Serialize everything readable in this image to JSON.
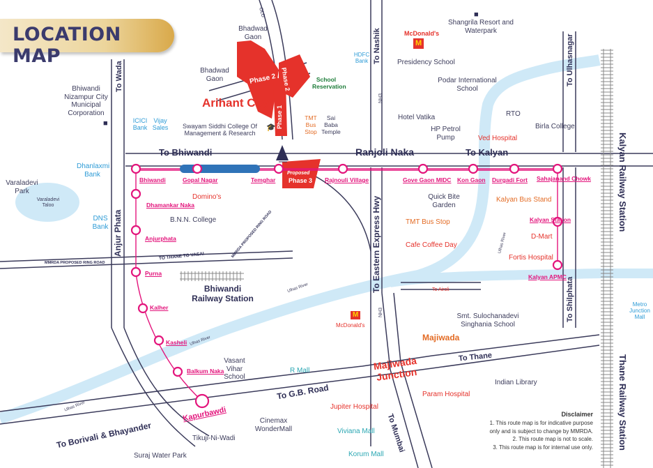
{
  "header": {
    "title": "LOCATION MAP"
  },
  "project": {
    "name": "Arihant City",
    "phase1": "Phase 1",
    "phase2": "Phase 2",
    "phase2b": "Phase 2",
    "phase3_tag": "Proposed",
    "phase3": "Phase 3",
    "school_reservation": "School Reservation"
  },
  "roads": {
    "to_bhiwandi": "To Bhiwandi",
    "ranjoli_naka": "Ranjoli Naka",
    "to_kalyan": "To Kalyan",
    "to_nashik": "To Nashik",
    "to_wada": "To Wada",
    "to_ulhasnagar": "To Ulhasnagar",
    "eastern_express": "To Eastern Express Hwy",
    "to_shilphata": "To Shilphata",
    "anjur_phata": "Anjur Phata",
    "to_thane_vasai": "TO THANE TO VASAI",
    "ring_road_1": "MMRDA PROPOSED RING ROAD",
    "ring_road_2": "MMRDA PROPOSED RING ROAD",
    "to_airoli": "To Airoli",
    "to_thane": "To Thane",
    "majiwada_junction": "Majiwada Junction",
    "to_gb_road": "To G.B. Road",
    "to_borivali": "To Borivali & Bhayander",
    "to_mumbai": "To Mumbai",
    "nh3_a": "NH3",
    "nh3_b": "NH3",
    "old_label": "OLD"
  },
  "rivers": {
    "ulhas_1": "Ulhas River",
    "ulhas_2": "Ulhas River",
    "ulhas_3": "Ulhas River",
    "ulhas_4": "Ulhas River"
  },
  "metro_stations": [
    "Bhiwandi",
    "Gopal Nagar",
    "Temghar",
    "Rajnouli Village",
    "Gove Gaon MIDC",
    "Kon Gaon",
    "Durgadi Fort",
    "Sahajanand Chowk",
    "Kalyan Station",
    "Kalyan APMC",
    "Dhamankar Naka",
    "Anjurphata",
    "Purna",
    "Kalher",
    "Kasheli",
    "Balkum Naka",
    "Kapurbawdi"
  ],
  "places": {
    "bhadwad_gaon_1": "Bhadwad Gaon",
    "bhadwad_gaon_2": "Bhadwad Gaon",
    "bnmc": "Bhiwandi Nizampur City Municipal Corporation",
    "icici": "ICICI Bank",
    "vijay_sales": "Vijay Sales",
    "swayam": "Swayam Siddhi College Of Management & Research",
    "tmt_bus_stop_1": "TMT Bus Stop",
    "sai_baba": "Sai Baba Temple",
    "hdfc": "HDFC Bank",
    "mcdonalds_1": "McDonald's",
    "presidency": "Presidency School",
    "shangrila": "Shangrila Resort and Waterpark",
    "podar": "Podar International School",
    "hotel_vatika": "Hotel Vatika",
    "hp_petrol": "HP Petrol Pump",
    "ved_hospital": "Ved Hospital",
    "rto": "RTO",
    "birla": "Birla College",
    "dhanlaxmi": "Dhanlaxmi Bank",
    "varaladevi_park": "Varaladevi Park",
    "varaladevi_taloo": "Varaladevi Taloo",
    "dns_bank": "DNS Bank",
    "dominos": "Domino's",
    "bnn_college": "B.N.N. College",
    "quick_bite": "Quick Bite Garden",
    "kalyan_bus_stand": "Kalyan Bus Stand",
    "tmt_bus_stop_2": "TMT Bus Stop",
    "ccd": "Cafe Coffee Day",
    "dmart": "D-Mart",
    "fortis": "Fortis Hospital",
    "bhiwandi_rly": "Bhiwandi Railway Station",
    "mcdonalds_2": "McDonald's",
    "singhania": "Smt. Sulochanadevi Singhania School",
    "majiwada": "Majiwada",
    "vasant_vihar": "Vasant Vihar School",
    "r_mall": "R Mall",
    "indian_library": "Indian Library",
    "param": "Param Hospital",
    "jupiter": "Jupiter Hospital",
    "viviana": "Viviana Mall",
    "korum": "Korum Mall",
    "cinemax": "Cinemax WonderMall",
    "tikuji": "Tikuji-Ni-Wadi",
    "suraj": "Suraj Water Park",
    "metro_junction": "Metro Junction Mall",
    "kalyan_rly": "Kalyan Railway Station",
    "thane_rly": "Thane Railway Station"
  },
  "disclaimer": {
    "title": "Disclaimer",
    "line1": "1. This route map is for indicative purpose",
    "line2": "only and is subject to change by MMRDA.",
    "line3": "2. This route map is not to scale.",
    "line4": "3. This route map is for internal use only."
  },
  "colors": {
    "metro": "#e3157c",
    "project": "#e5322b",
    "river": "#cfe9f7",
    "road": "#3a3a5a"
  }
}
